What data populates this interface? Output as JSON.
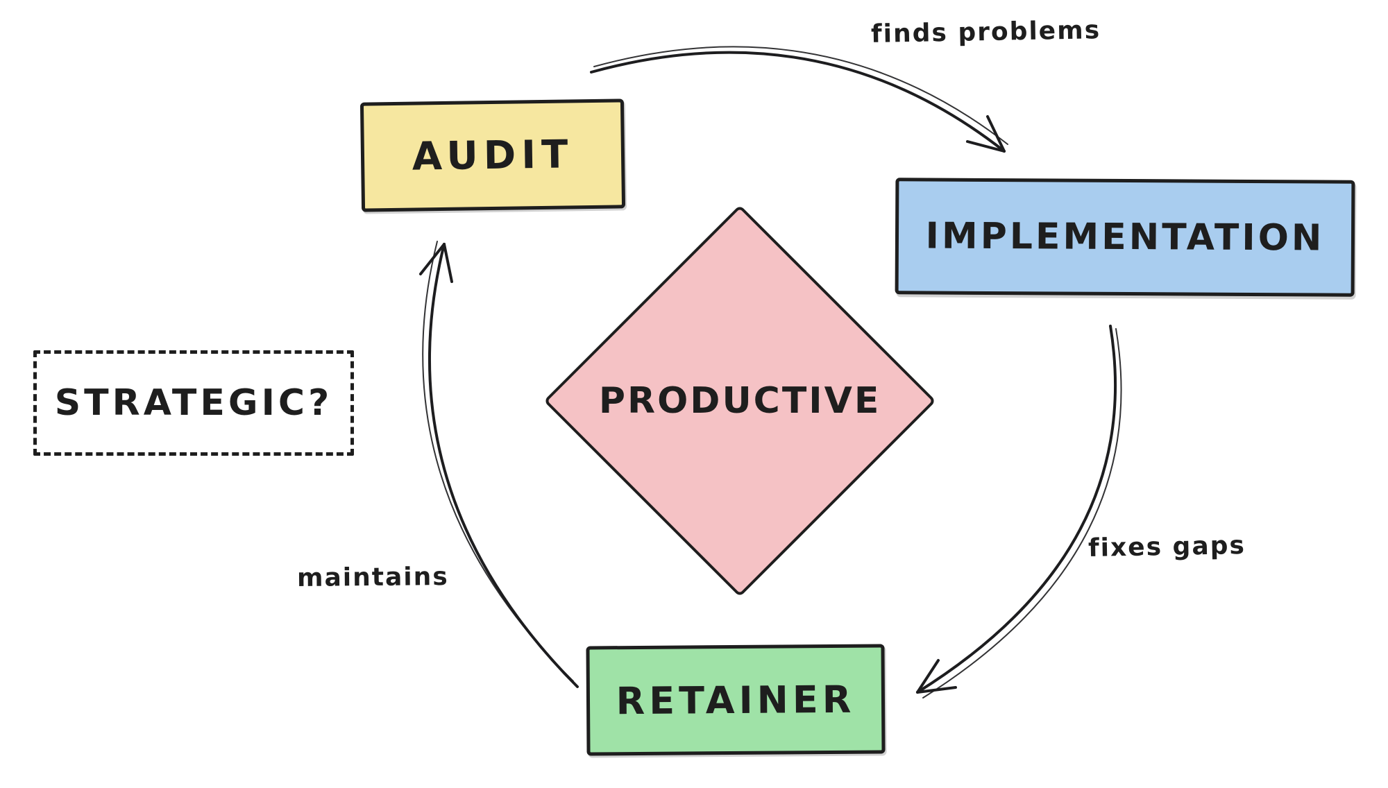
{
  "colors": {
    "stroke": "#1d1d1f",
    "background": "#ffffff",
    "audit_fill": "#F6E7A0",
    "implementation_fill": "#A9CDEF",
    "retainer_fill": "#9FE2A7",
    "productive_fill": "#F5C2C5",
    "strategic_fill": "#FFFFFF"
  },
  "nodes": {
    "audit": {
      "label": "AUDIT",
      "fill": "#F6E7A0"
    },
    "implementation": {
      "label": "IMPLEMENTATION",
      "fill": "#A9CDEF"
    },
    "retainer": {
      "label": "RETAINER",
      "fill": "#9FE2A7"
    },
    "productive": {
      "label": "PRODUCTIVE",
      "fill": "#F5C2C5"
    },
    "strategic": {
      "label": "STRATEGIC?",
      "fill": "#FFFFFF"
    }
  },
  "edges": {
    "finds_problems": {
      "label": "finds problems",
      "from": "audit",
      "to": "implementation"
    },
    "fixes_gaps": {
      "label": "fixes gaps",
      "from": "implementation",
      "to": "retainer"
    },
    "maintains": {
      "label": "maintains",
      "from": "retainer",
      "to": "audit"
    }
  }
}
